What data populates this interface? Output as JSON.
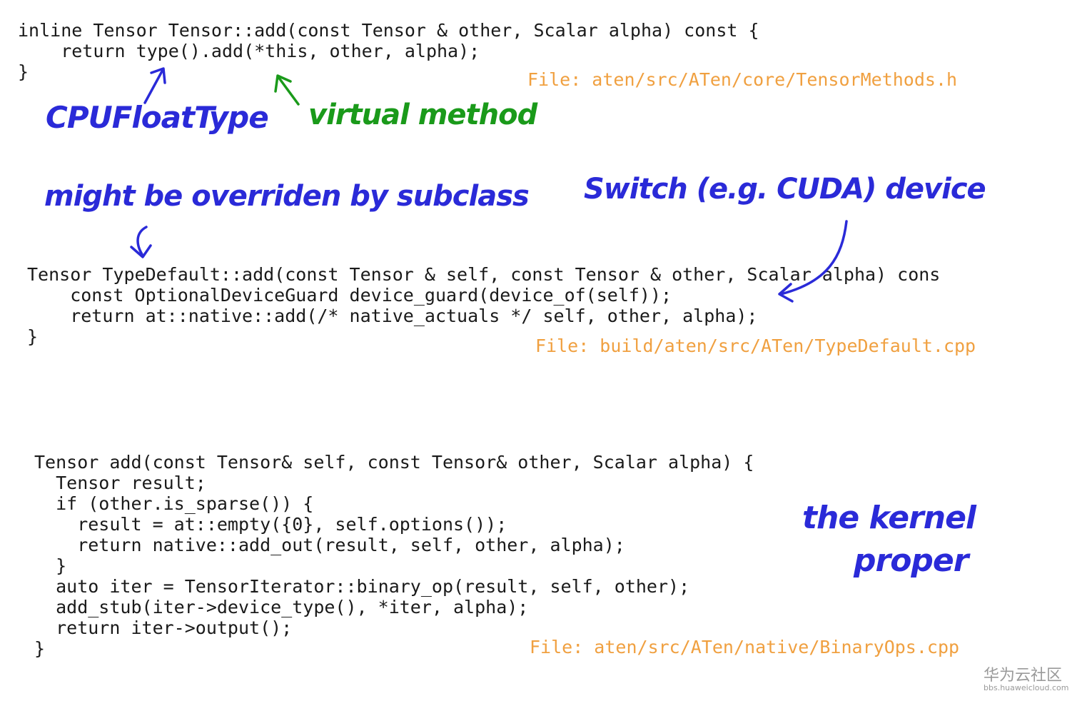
{
  "code_blocks": [
    {
      "lines": [
        "inline Tensor Tensor::add(const Tensor & other, Scalar alpha) const {",
        "    return type().add(*this, other, alpha);",
        "}"
      ],
      "file": "File: aten/src/ATen/core/TensorMethods.h"
    },
    {
      "lines": [
        "Tensor TypeDefault::add(const Tensor & self, const Tensor & other, Scalar alpha) cons",
        "    const OptionalDeviceGuard device_guard(device_of(self));",
        "    return at::native::add(/* native_actuals */ self, other, alpha);",
        "}"
      ],
      "file": "File: build/aten/src/ATen/TypeDefault.cpp"
    },
    {
      "lines": [
        "Tensor add(const Tensor& self, const Tensor& other, Scalar alpha) {",
        "  Tensor result;",
        "  if (other.is_sparse()) {",
        "    result = at::empty({0}, self.options());",
        "    return native::add_out(result, self, other, alpha);",
        "  }",
        "  auto iter = TensorIterator::binary_op(result, self, other);",
        "  add_stub(iter->device_type(), *iter, alpha);",
        "  return iter->output();",
        "}"
      ],
      "file": "File: aten/src/ATen/native/BinaryOps.cpp"
    }
  ],
  "annotations": {
    "cpu_float_type": "CPUFloatType",
    "virtual_method": "virtual method",
    "might_be_overriden": "might be overriden by subclass",
    "switch_device": "Switch (e.g. CUDA) device",
    "kernel_line1": "the kernel",
    "kernel_line2": "proper"
  },
  "colors": {
    "code": "#1a1a1a",
    "file_path": "#f0a040",
    "ink_blue": "#2a2ad8",
    "ink_green": "#1a9a1a"
  },
  "watermark": {
    "name": "华为云社区",
    "url": "bbs.huaweicloud.com"
  }
}
